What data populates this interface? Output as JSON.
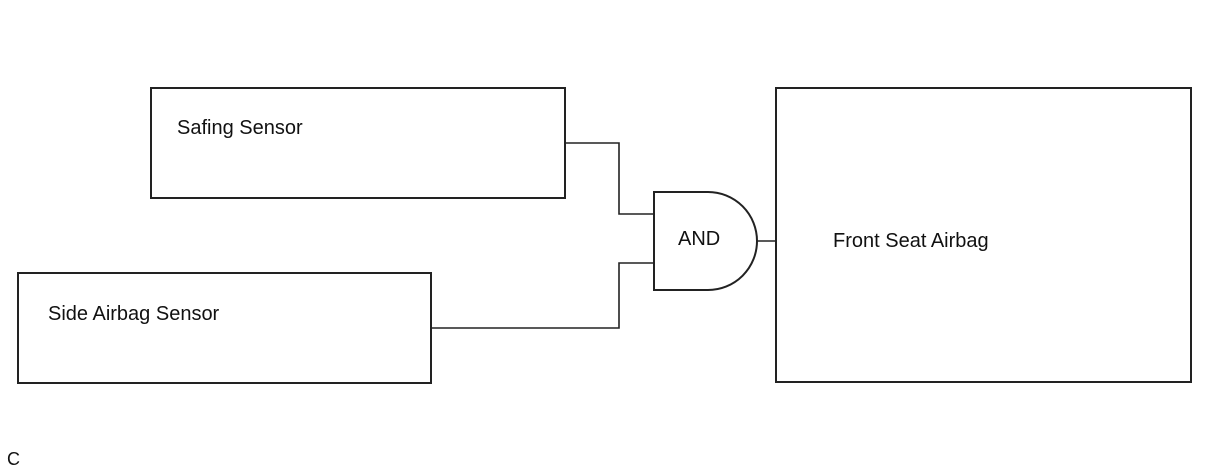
{
  "diagram": {
    "nodes": {
      "safing_sensor": {
        "label": "Safing Sensor"
      },
      "side_airbag_sensor": {
        "label": "Side Airbag Sensor"
      },
      "and_gate": {
        "label": "AND"
      },
      "front_seat_airbag": {
        "label": "Front Seat Airbag"
      }
    },
    "edges": [
      {
        "from": "safing_sensor",
        "to": "and_gate"
      },
      {
        "from": "side_airbag_sensor",
        "to": "and_gate"
      },
      {
        "from": "and_gate",
        "to": "front_seat_airbag"
      }
    ],
    "figure_code": "C"
  }
}
